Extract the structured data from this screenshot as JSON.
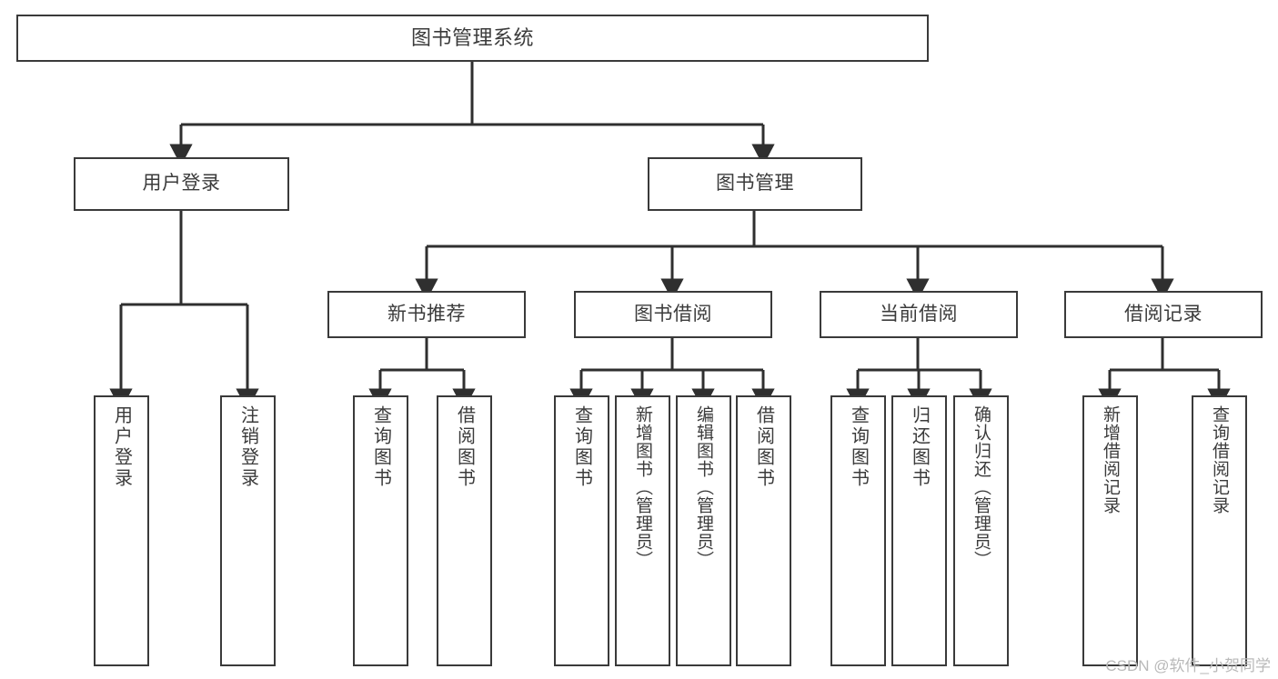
{
  "diagram": {
    "title": "图书管理系统",
    "type": "hierarchy-tree",
    "watermark": "CSDN @软件_小贺同学",
    "colors": {
      "background": "#ffffff",
      "box_border": "#3a3a3a",
      "box_fill": "#ffffff",
      "text": "#3b3b3b",
      "connector": "#2f2f2f",
      "watermark": "#b9b9b9"
    },
    "nodes": {
      "root": {
        "label": "图书管理系统"
      },
      "level1": [
        {
          "id": "user-login",
          "label": "用户登录"
        },
        {
          "id": "book-manage",
          "label": "图书管理"
        }
      ],
      "level2": [
        {
          "id": "new-book-recommend",
          "label": "新书推荐"
        },
        {
          "id": "book-borrow",
          "label": "图书借阅"
        },
        {
          "id": "current-borrow",
          "label": "当前借阅"
        },
        {
          "id": "borrow-record",
          "label": "借阅记录"
        }
      ],
      "leaves": {
        "user_login": [
          {
            "id": "leaf-user-login",
            "label": "用户登录"
          },
          {
            "id": "leaf-logout-login",
            "label": "注销登录"
          }
        ],
        "new_book_recommend": [
          {
            "id": "leaf-query-book-1",
            "label": "查询图书"
          },
          {
            "id": "leaf-borrow-book-1",
            "label": "借阅图书"
          }
        ],
        "book_borrow": [
          {
            "id": "leaf-query-book-2",
            "label": "查询图书"
          },
          {
            "id": "leaf-add-book",
            "label": "新增图书（管理员）"
          },
          {
            "id": "leaf-edit-book",
            "label": "编辑图书（管理员）"
          },
          {
            "id": "leaf-borrow-book-2",
            "label": "借阅图书"
          }
        ],
        "current_borrow": [
          {
            "id": "leaf-query-book-3",
            "label": "查询图书"
          },
          {
            "id": "leaf-return-book",
            "label": "归还图书"
          },
          {
            "id": "leaf-confirm-return",
            "label": "确认归还（管理员）"
          }
        ],
        "borrow_record": [
          {
            "id": "leaf-add-record",
            "label": "新增借阅记录"
          },
          {
            "id": "leaf-query-record",
            "label": "查询借阅记录"
          }
        ]
      }
    }
  }
}
